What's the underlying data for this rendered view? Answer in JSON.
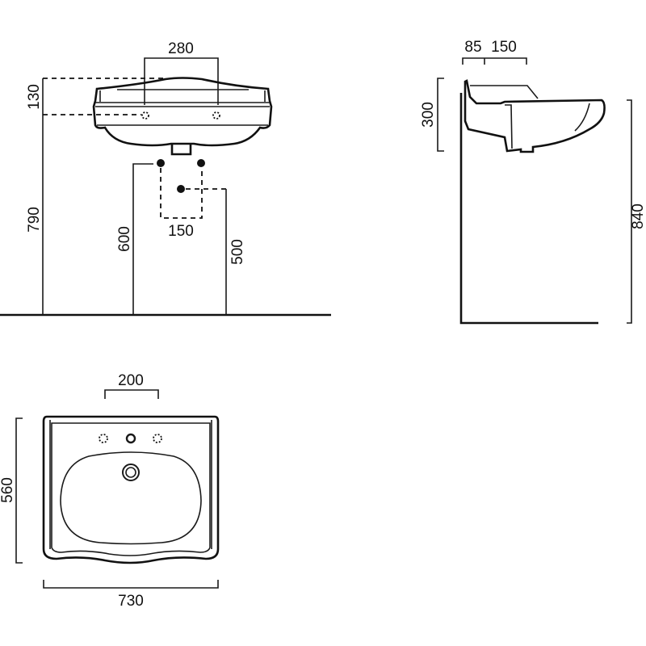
{
  "front_view": {
    "tap_spacing": "280",
    "height_rim_to_top": "130",
    "height_floor_to_top": "790",
    "supply_spacing": "150",
    "supply_height": "600",
    "waste_height": "500"
  },
  "side_view": {
    "wall_to_tap": "85",
    "tap_offset": "150",
    "basin_depth": "300",
    "total_height": "840"
  },
  "top_view": {
    "tap_spacing": "200",
    "depth": "560",
    "width": "730"
  },
  "colors": {
    "line": "#111111",
    "background": "#ffffff"
  }
}
